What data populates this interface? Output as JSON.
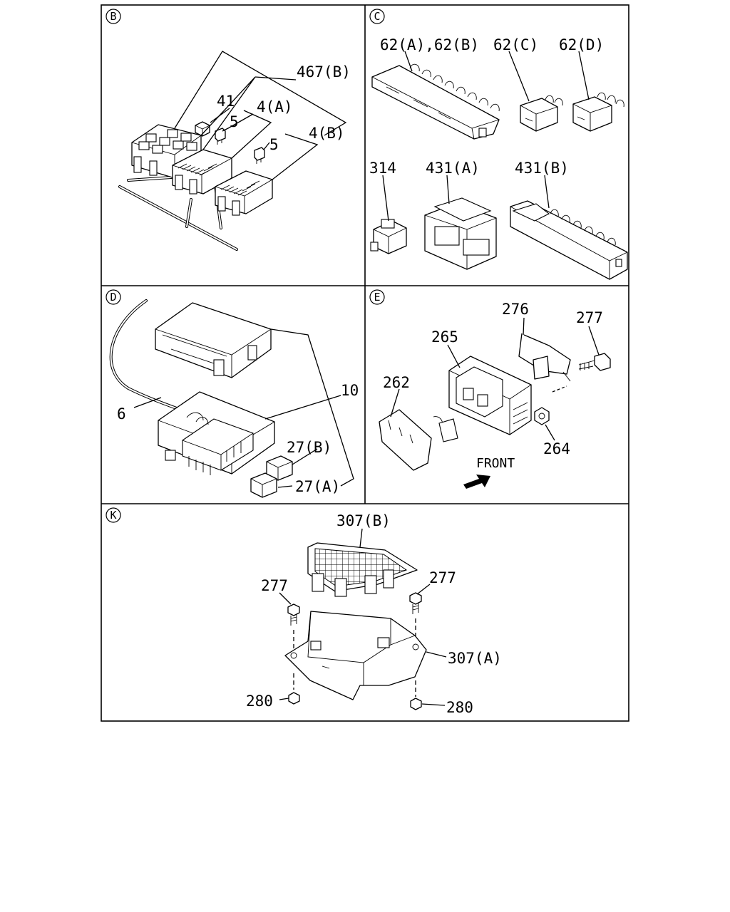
{
  "panels": {
    "B": {
      "letter": "B",
      "labels": {
        "p467b": "467(B)",
        "p41": "41",
        "p4a": "4(A)",
        "p5a": "5",
        "p4b": "4(B)",
        "p5b": "5"
      }
    },
    "C": {
      "letter": "C",
      "labels": {
        "p62ab": "62(A),62(B)",
        "p62c": "62(C)",
        "p62d": "62(D)",
        "p314": "314",
        "p431a": "431(A)",
        "p431b": "431(B)"
      }
    },
    "D": {
      "letter": "D",
      "labels": {
        "p10": "10",
        "p6": "6",
        "p27b": "27(B)",
        "p27a": "27(A)"
      }
    },
    "E": {
      "letter": "E",
      "labels": {
        "p276": "276",
        "p277": "277",
        "p265": "265",
        "p262": "262",
        "p264": "264",
        "front": "FRONT"
      }
    },
    "K": {
      "letter": "K",
      "labels": {
        "p307b": "307(B)",
        "p277a": "277",
        "p277b": "277",
        "p307a": "307(A)",
        "p280a": "280",
        "p280b": "280"
      }
    }
  }
}
